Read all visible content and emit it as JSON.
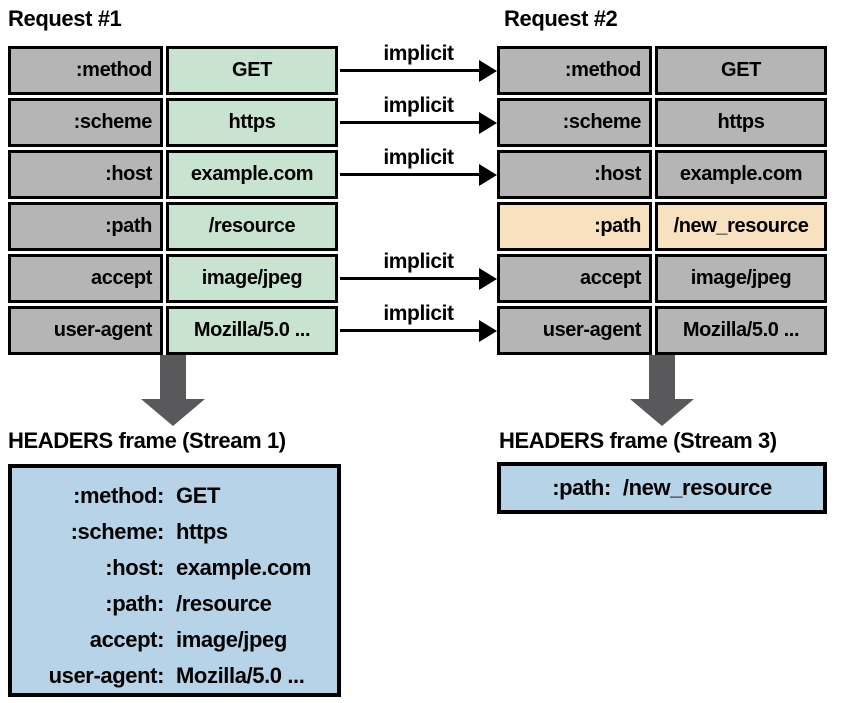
{
  "colors": {
    "gray": "#b5b5b5",
    "green": "#c9e3d1",
    "orange": "#f8e1be",
    "blue": "#b7d3e8",
    "arrow_gray": "#59595b"
  },
  "implicit_label": "implicit",
  "request1": {
    "title": "Request #1",
    "rows": [
      {
        "key": ":method",
        "value": "GET"
      },
      {
        "key": ":scheme",
        "value": "https"
      },
      {
        "key": ":host",
        "value": "example.com"
      },
      {
        "key": ":path",
        "value": "/resource"
      },
      {
        "key": "accept",
        "value": "image/jpeg"
      },
      {
        "key": "user-agent",
        "value": "Mozilla/5.0 ..."
      }
    ]
  },
  "request2": {
    "title": "Request #2",
    "highlighted_row": ":path",
    "rows": [
      {
        "key": ":method",
        "value": "GET"
      },
      {
        "key": ":scheme",
        "value": "https"
      },
      {
        "key": ":host",
        "value": "example.com"
      },
      {
        "key": ":path",
        "value": "/new_resource"
      },
      {
        "key": "accept",
        "value": "image/jpeg"
      },
      {
        "key": "user-agent",
        "value": "Mozilla/5.0 ..."
      }
    ]
  },
  "stream1": {
    "title": "HEADERS frame (Stream 1)",
    "lines": [
      {
        "key": ":method:",
        "value": "GET"
      },
      {
        "key": ":scheme:",
        "value": "https"
      },
      {
        "key": ":host:",
        "value": "example.com"
      },
      {
        "key": ":path:",
        "value": "/resource"
      },
      {
        "key": "accept:",
        "value": "image/jpeg"
      },
      {
        "key": "user-agent:",
        "value": "Mozilla/5.0 ..."
      }
    ]
  },
  "stream3": {
    "title": "HEADERS frame (Stream 3)",
    "lines": [
      {
        "key": ":path:",
        "value": "/new_resource"
      }
    ]
  }
}
